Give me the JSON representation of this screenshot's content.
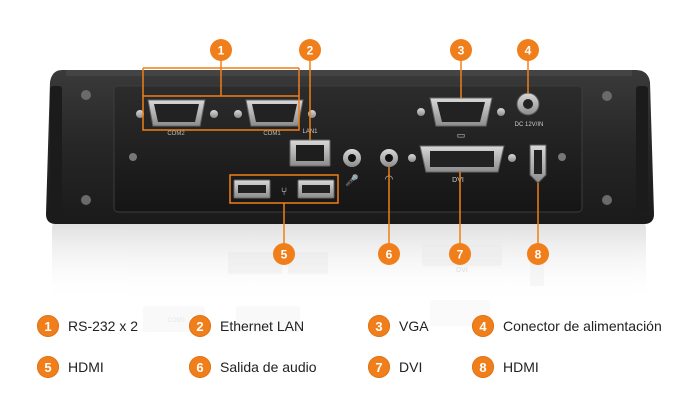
{
  "diagram": {
    "port_labels": {
      "com2": "COM2",
      "com1": "COM1",
      "lan": "LAN1",
      "dc": "DC 12V/IN",
      "dvi": "DVI"
    },
    "reflection_labels": {
      "dvi": "DVI",
      "com": "COM2"
    },
    "accent_color": "#f07f1b"
  },
  "markers": [
    {
      "num": "1"
    },
    {
      "num": "2"
    },
    {
      "num": "3"
    },
    {
      "num": "4"
    },
    {
      "num": "5"
    },
    {
      "num": "6"
    },
    {
      "num": "7"
    },
    {
      "num": "8"
    }
  ],
  "legend": [
    {
      "num": "1",
      "label": "RS-232 x 2"
    },
    {
      "num": "2",
      "label": "Ethernet LAN"
    },
    {
      "num": "3",
      "label": "VGA"
    },
    {
      "num": "4",
      "label": "Conector de alimentación"
    },
    {
      "num": "5",
      "label": "HDMI"
    },
    {
      "num": "6",
      "label": "Salida de audio"
    },
    {
      "num": "7",
      "label": "DVI"
    },
    {
      "num": "8",
      "label": "HDMI"
    }
  ]
}
